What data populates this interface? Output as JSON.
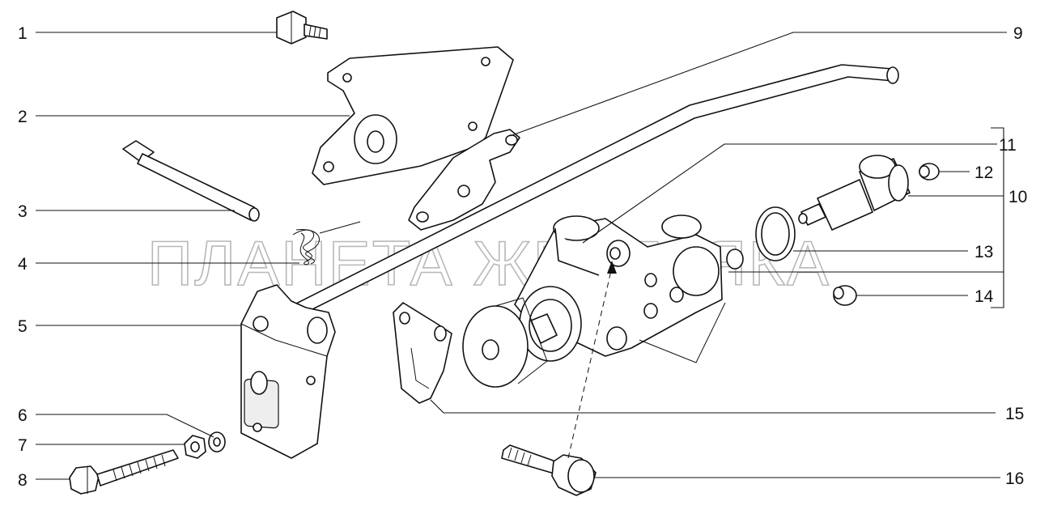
{
  "watermark": "ПЛАНЕТА ЖЕЛЕЗЯКА",
  "callouts": {
    "c1": "1",
    "c2": "2",
    "c3": "3",
    "c4": "4",
    "c5": "5",
    "c6": "6",
    "c7": "7",
    "c8": "8",
    "c9": "9",
    "c10": "10",
    "c11": "11",
    "c12": "12",
    "c13": "13",
    "c14": "14",
    "c15": "15",
    "c16": "16"
  }
}
